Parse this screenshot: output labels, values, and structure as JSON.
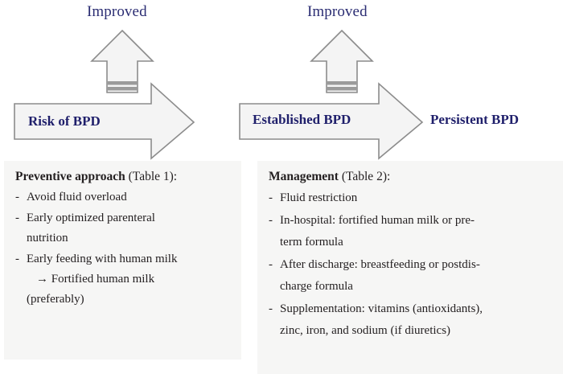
{
  "diagram": {
    "colors": {
      "arrow_fill": "#f4f4f4",
      "arrow_stroke": "#8c8c8c",
      "base_band": "#9b9b9b",
      "navy_text": "#1f1f6b",
      "improved_text": "#2b2d73",
      "panel_bg": "#f6f6f5"
    },
    "stages": [
      {
        "id": "stage-1",
        "up_label": "Improved",
        "arrow_label": "Risk of BPD"
      },
      {
        "id": "stage-2",
        "up_label": "Improved",
        "arrow_label": "Established BPD"
      }
    ],
    "outcome_label": "Persistent BPD"
  },
  "panels": [
    {
      "id": "preventive",
      "heading_strong": "Preventive approach",
      "heading_weak": " (Table 1):",
      "items": [
        {
          "dash": "-",
          "lines": [
            {
              "text": "Avoid fluid overload",
              "indent": "none"
            }
          ]
        },
        {
          "dash": "-",
          "lines": [
            {
              "text": "Early optimized parenteral",
              "indent": "none"
            },
            {
              "text": "nutrition",
              "indent": "none"
            }
          ]
        },
        {
          "dash": "-",
          "lines": [
            {
              "text": "Early feeding with human milk",
              "indent": "none"
            },
            {
              "text": "→ Fortified human milk",
              "indent": "sub"
            },
            {
              "text": "(preferably)",
              "indent": "none"
            }
          ]
        }
      ]
    },
    {
      "id": "management",
      "heading_strong": "Management",
      "heading_weak": " (Table 2):",
      "items": [
        {
          "dash": "-",
          "lines": [
            {
              "text": "Fluid restriction",
              "indent": "none"
            }
          ]
        },
        {
          "dash": "-",
          "lines": [
            {
              "text": "In-hospital: fortified human milk or pre-",
              "indent": "none"
            },
            {
              "text": "term formula",
              "indent": "none"
            }
          ]
        },
        {
          "dash": "-",
          "lines": [
            {
              "text": "After discharge: breastfeeding or postdis-",
              "indent": "none"
            },
            {
              "text": "charge formula",
              "indent": "none"
            }
          ]
        },
        {
          "dash": "-",
          "lines": [
            {
              "text": "Supplementation: vitamins (antioxidants),",
              "indent": "none"
            },
            {
              "text": "zinc, iron, and sodium (if diuretics)",
              "indent": "none"
            }
          ]
        }
      ]
    }
  ]
}
